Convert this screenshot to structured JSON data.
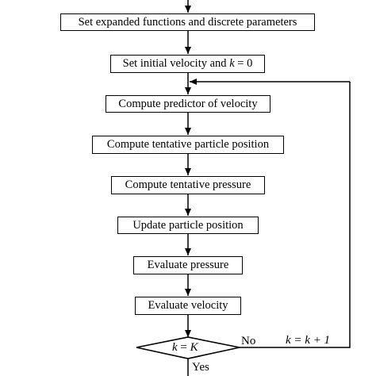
{
  "flowchart": {
    "steps": [
      "Set expanded functions and discrete parameters",
      "Set initial velocity and",
      "Compute predictor of velocity",
      "Compute tentative particle position",
      "Compute tentative pressure",
      "Update particle position",
      "Evaluate pressure",
      "Evaluate velocity"
    ],
    "init_condition": {
      "var": "k",
      "op": " = ",
      "value": "0"
    },
    "decision": {
      "left": "k",
      "op": " = ",
      "right": "K"
    },
    "no_label": "No",
    "yes_label": "Yes",
    "loop_update": "k = k + 1"
  }
}
